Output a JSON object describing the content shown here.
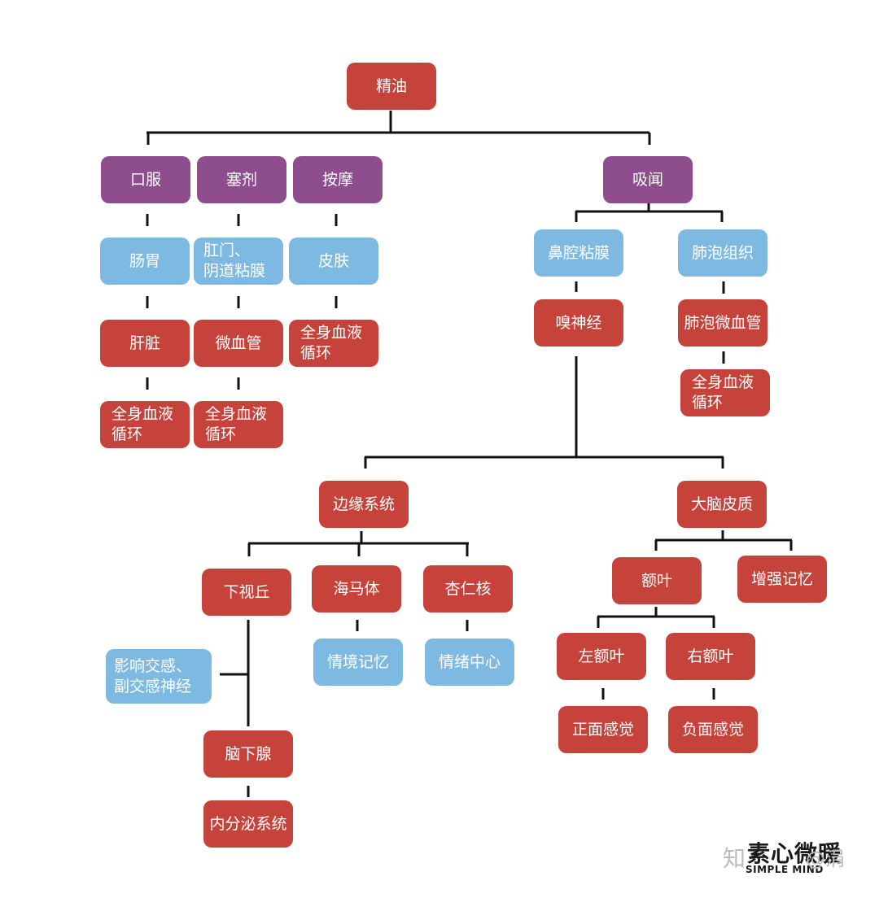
{
  "root": "精油",
  "methods": {
    "oral": "口服",
    "suppository": "塞剂",
    "massage": "按摩",
    "inhale": "吸闻"
  },
  "oral_chain": [
    "肠胃",
    "肝脏",
    "全身血液\n循环"
  ],
  "suppository_chain": [
    "肛门、\n阴道粘膜",
    "微血管",
    "全身血液\n循环"
  ],
  "massage_chain": [
    "皮肤",
    "全身血液\n循环"
  ],
  "inhale_branches": {
    "nasal": "鼻腔粘膜",
    "olfactory": "嗅神经",
    "alveoli": "肺泡组织",
    "alveoli_chain": [
      "肺泡微血管",
      "全身血液\n循环"
    ]
  },
  "limbic": {
    "label": "边缘系统",
    "hypothalamus": "下视丘",
    "autonomic": "影响交感、\n副交感神经",
    "pituitary": "脑下腺",
    "endocrine": "内分泌系统",
    "hippocampus": "海马体",
    "hippocampus_effect": "情境记忆",
    "amygdala": "杏仁核",
    "amygdala_effect": "情绪中心"
  },
  "cortex": {
    "label": "大脑皮质",
    "frontal": "额叶",
    "memory": "增强记忆",
    "left_frontal": "左额叶",
    "left_effect": "正面感觉",
    "right_frontal": "右额叶",
    "right_effect": "负面感觉"
  },
  "watermark": {
    "zhihu": "知",
    "logo": "素心微暖",
    "logo_sub": "SIMPLE MIND",
    "author": "@涓"
  },
  "colors": {
    "red": "#c6433b",
    "purple": "#8e4d8c",
    "blue": "#7db9e1",
    "line": "#111111"
  }
}
